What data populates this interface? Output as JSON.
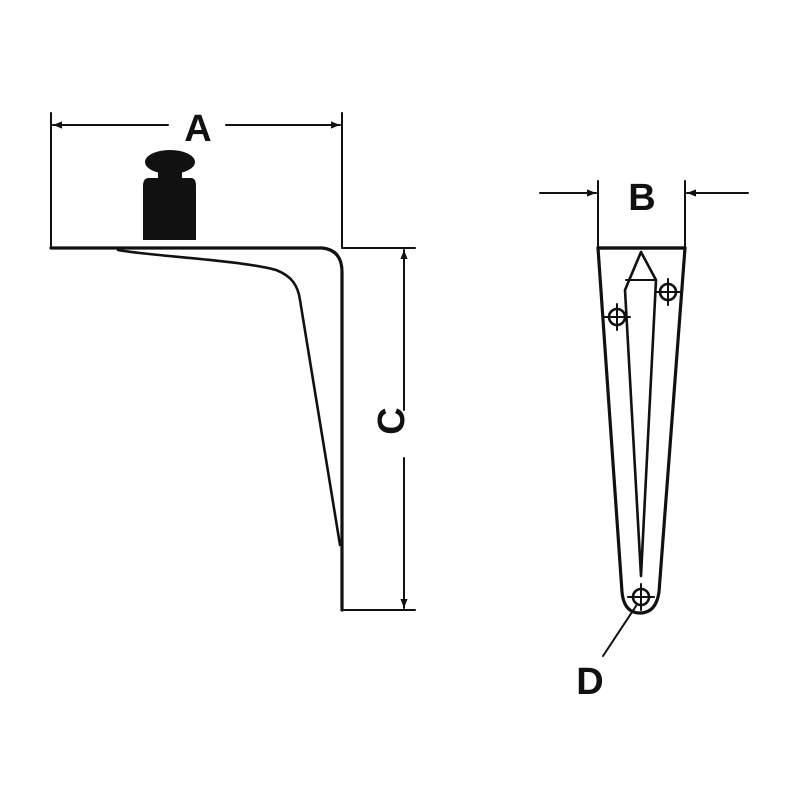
{
  "labels": {
    "width": "A",
    "thickness": "B",
    "height": "C",
    "screw_hole": "D"
  },
  "icons": {
    "load": "weight-icon"
  },
  "colors": {
    "line": "#111111",
    "background": "#ffffff"
  }
}
